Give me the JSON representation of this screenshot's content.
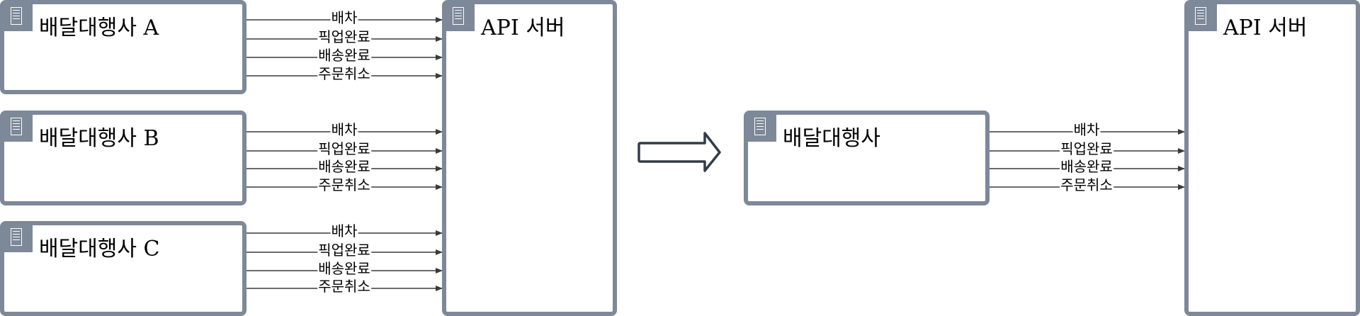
{
  "diagram": {
    "agencies": [
      {
        "title": "배달대행사 A"
      },
      {
        "title": "배달대행사 B"
      },
      {
        "title": "배달대행사 C"
      }
    ],
    "api_server_left": {
      "title": "API 서버"
    },
    "agency_unified": {
      "title": "배달대행사"
    },
    "api_server_right": {
      "title": "API 서버"
    },
    "events": [
      "배차",
      "픽업완료",
      "배송완료",
      "주문취소"
    ],
    "colors": {
      "box_border": "#7d8898",
      "line": "#3a3a3a",
      "arrow_outline": "#333c48"
    },
    "icons": {
      "node_icon": "server-document-icon",
      "transition": "right-arrow-icon"
    }
  }
}
